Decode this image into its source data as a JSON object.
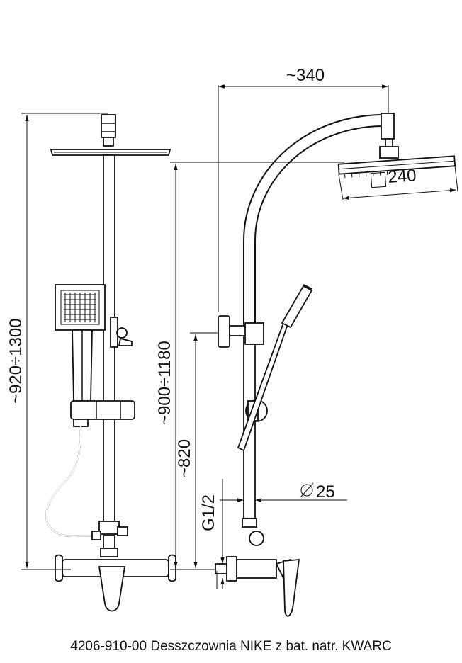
{
  "dimensions": {
    "width_arm": "~340",
    "head_size": "240",
    "total_height": "~920÷1300",
    "head_height": "~900÷1180",
    "holder_height": "~820",
    "thread": "G1/2",
    "pipe_diameter": "25"
  },
  "caption": "4206-910-00 Desszczownia NIKE z bat. natr. KWARC"
}
